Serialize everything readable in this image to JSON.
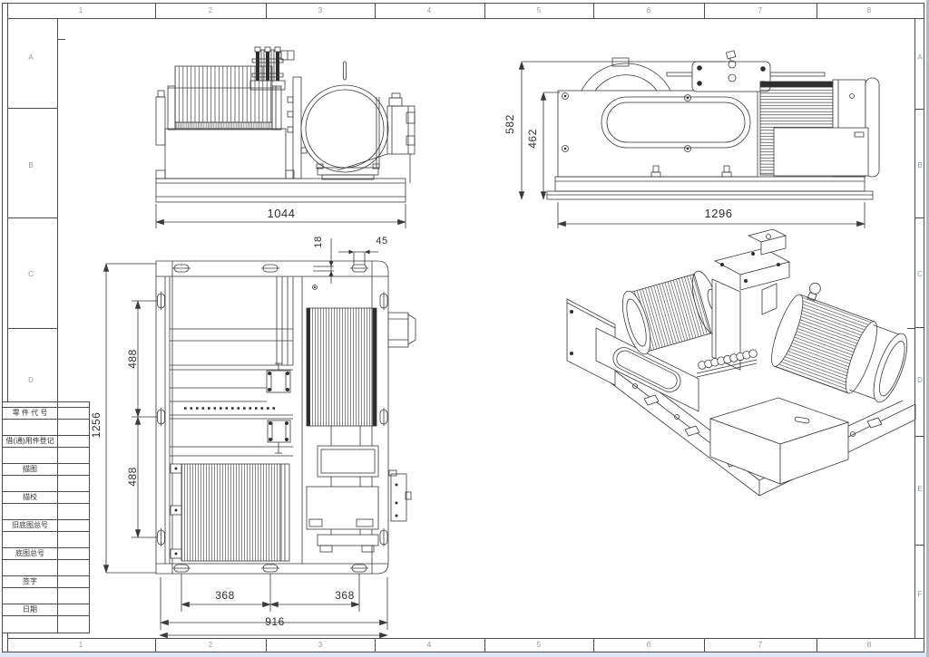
{
  "sheet": {
    "bg": "#ffffff",
    "line_color": "#3a3a3a",
    "grid_label_color": "#8d94a0",
    "edge_strip_color": "#dbe7f4",
    "grid": {
      "columns": [
        "1",
        "2",
        "3",
        "4",
        "5",
        "6",
        "7",
        "8"
      ],
      "rows_left": [
        "A",
        "B",
        "C",
        "D"
      ],
      "rows_right": [
        "A",
        "B",
        "C",
        "D",
        "E",
        "F"
      ]
    },
    "title_block": {
      "rows": [
        "零 件 代 号",
        "借(通)用件登记",
        "描图",
        "描校",
        "旧底图总号",
        "底图总号",
        "签字",
        "日期"
      ]
    }
  },
  "views": {
    "front": {
      "name": "front elevation of winch",
      "dim_width": "1044"
    },
    "side": {
      "name": "side elevation of winch",
      "dim_height_overall": "582",
      "dim_height_body": "462",
      "dim_length": "1296"
    },
    "plan": {
      "name": "plan view of winch",
      "dim_length_overall": "1256",
      "dim_span_upper": "488",
      "dim_span_lower": "488",
      "dim_rail_thickness": "18",
      "dim_slot_length": "45",
      "dim_base_left": "368",
      "dim_base_right": "368",
      "dim_base_width": "916"
    },
    "iso": {
      "name": "isometric view of winch"
    }
  }
}
